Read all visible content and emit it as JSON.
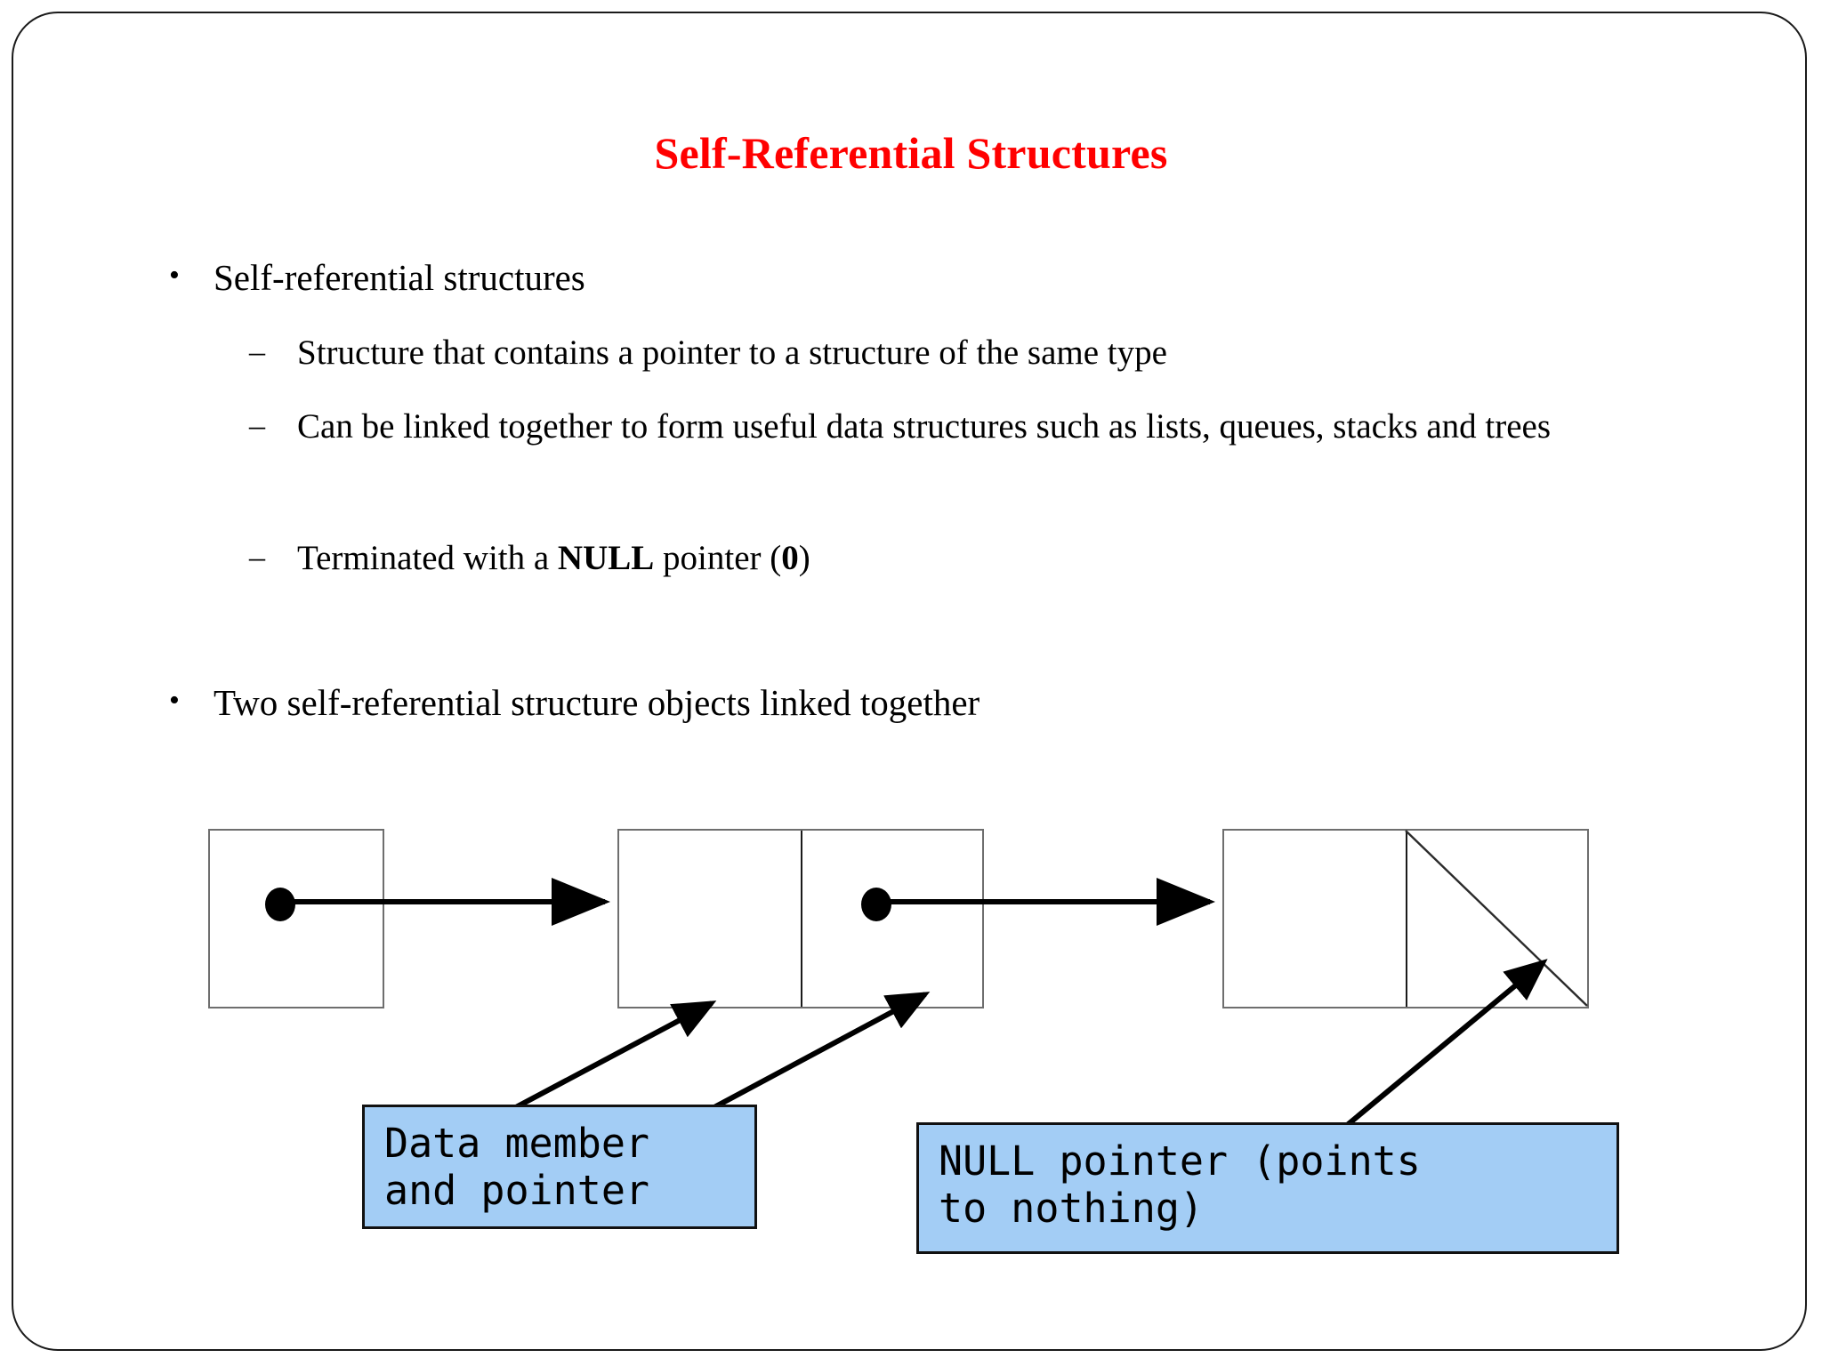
{
  "slide": {
    "title": "Self-Referential Structures",
    "title_color": "#FF0000",
    "background_color": "#FFFFFF",
    "border_color": "#1A1A1A"
  },
  "bullets": [
    {
      "marker": "•",
      "text": "Self-referential structures",
      "level": 1,
      "sub": [
        {
          "marker": "–",
          "text": "Structure that contains a pointer to a structure of the same type"
        },
        {
          "marker": "–",
          "text": "Can be linked together to form useful data structures such as lists, queues, stacks and trees"
        },
        {
          "marker": "–",
          "text_parts": [
            {
              "t": "Terminated with a ",
              "bold": false
            },
            {
              "t": "NULL",
              "bold": true
            },
            {
              "t": " pointer (",
              "bold": false
            },
            {
              "t": "0",
              "bold": true
            },
            {
              "t": ")",
              "bold": false
            }
          ],
          "text": "Terminated with a NULL pointer (0)"
        }
      ]
    },
    {
      "marker": "•",
      "text": "Two self-referential structure objects linked together",
      "level": 1,
      "sub": []
    }
  ],
  "diagram": {
    "nodes": [
      {
        "name": "head-pointer-box",
        "cells": 1,
        "has_dot": true,
        "has_null_slash": false
      },
      {
        "name": "first-node-box",
        "cells": 2,
        "has_dot": true,
        "has_null_slash": false
      },
      {
        "name": "second-node-box",
        "cells": 2,
        "has_dot": false,
        "has_null_slash": true
      }
    ],
    "link_arrows": 2,
    "callout_arrows": 3,
    "callout_color": "#A3CDF5"
  },
  "callouts": [
    {
      "name": "data-member-and-pointer-callout",
      "line1": "Data member",
      "line2": "and pointer",
      "text": "Data member\nand pointer"
    },
    {
      "name": "null-pointer-callout",
      "line1": "NULL pointer (points",
      "line2": "to nothing)",
      "text": "NULL pointer (points\nto nothing)"
    }
  ]
}
